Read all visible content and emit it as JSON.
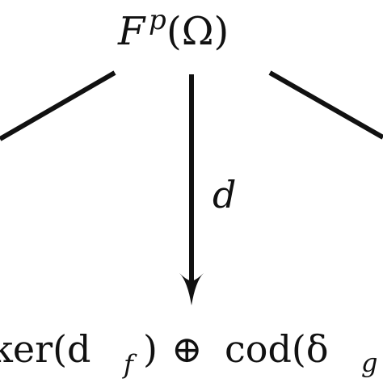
{
  "diagram": {
    "top_node": {
      "F": "F",
      "p": "p",
      "omega": "(Ω)"
    },
    "arrow_label": "d",
    "bottom_node": {
      "ker_part": "ker(d",
      "ker_sub": "f",
      "ker_close": ")",
      "oplus": "⊕",
      "cod_part": "cod(δ",
      "cod_sub": "g"
    },
    "colors": {
      "ink": "#111111",
      "background": "#ffffff"
    }
  }
}
